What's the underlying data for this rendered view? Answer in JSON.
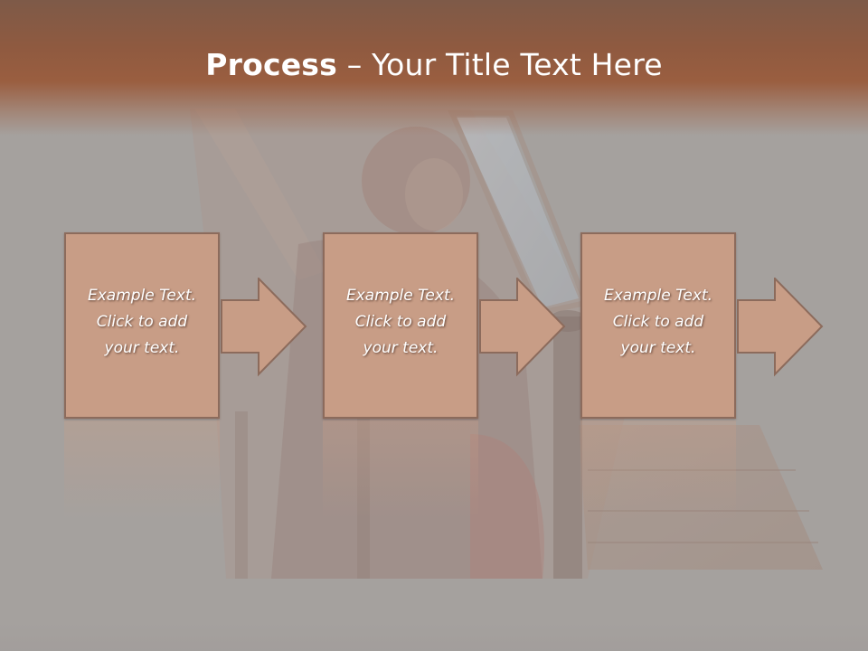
{
  "slide": {
    "title_bold": "Process",
    "title_separator": " – ",
    "title_rest": "Your Title Text Here"
  },
  "steps": [
    {
      "text": "Example Text.\nClick  to add\nyour text."
    },
    {
      "text": "Example Text.\nClick  to add\nyour text."
    },
    {
      "text": "Example Text.\nClick  to add\nyour text."
    }
  ],
  "colors": {
    "title_band": "#9a5e40",
    "box_fill": "#c89d86",
    "box_border": "#8c6b5c",
    "background": "#a29d9b"
  }
}
